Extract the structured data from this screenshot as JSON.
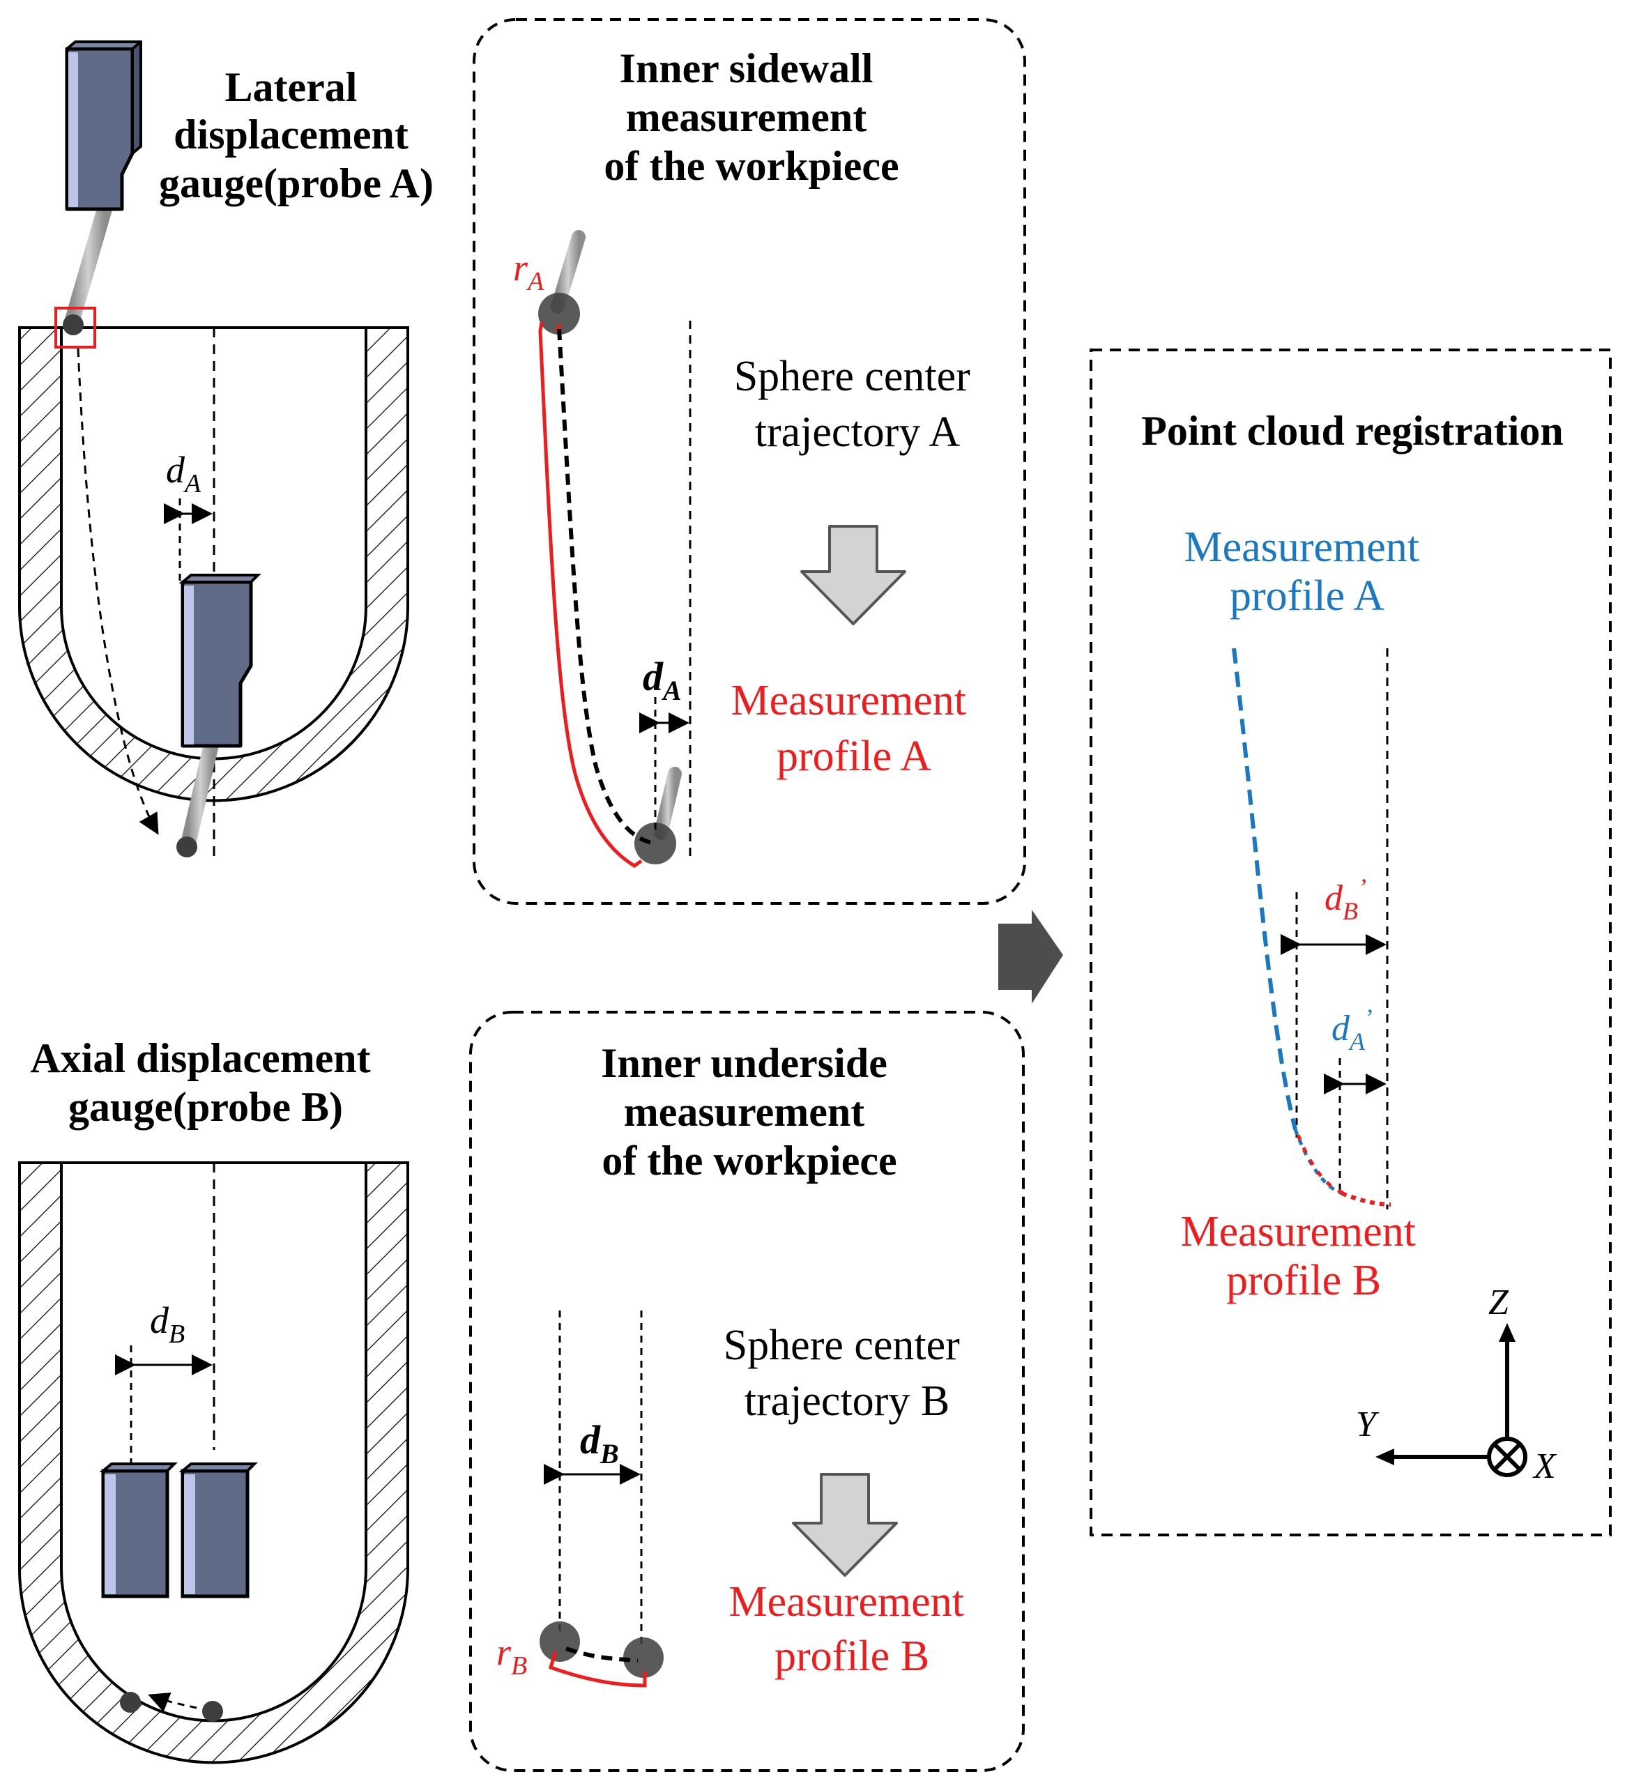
{
  "probe_a": {
    "title_lines": [
      "Lateral",
      "displacement",
      "gauge(probe A)"
    ],
    "d_label": "d",
    "d_sub": "A"
  },
  "probe_b": {
    "title_lines": [
      "Axial displacement",
      "gauge(probe B)"
    ],
    "d_label": "d",
    "d_sub": "B"
  },
  "sidewall_panel": {
    "title_lines": [
      "Inner sidewall",
      "measurement",
      "of the workpiece"
    ],
    "r_label": "r",
    "r_sub": "A",
    "d_label": "d",
    "d_sub": "A",
    "trajectory_lines": [
      "Sphere center",
      "trajectory A"
    ],
    "profile_lines": [
      "Measurement",
      "profile A"
    ]
  },
  "underside_panel": {
    "title_lines": [
      "Inner underside",
      "measurement",
      "of the workpiece"
    ],
    "r_label": "r",
    "r_sub": "B",
    "d_label": "d",
    "d_sub": "B",
    "trajectory_lines": [
      "Sphere center",
      "trajectory B"
    ],
    "profile_lines": [
      "Measurement",
      "profile B"
    ]
  },
  "registration_panel": {
    "title": "Point cloud registration",
    "profile_a_lines": [
      "Measurement",
      "profile A"
    ],
    "profile_b_lines": [
      "Measurement",
      "profile B"
    ],
    "dB_label": "d",
    "dB_sub": "B",
    "dB_prime": "’",
    "dA_label": "d",
    "dA_sub": "A",
    "dA_prime": "’",
    "axis_z": "Z",
    "axis_y": "Y",
    "axis_x": "X"
  },
  "colors": {
    "red": "#ee1c1c",
    "blue": "#1a78c2",
    "probe_fill": "#5f6b87",
    "probe_face": "#bcc6ea",
    "sphere": "#3d3d3d",
    "stylus": "#a9a9a9",
    "arrow_gray": "#d3d3d3",
    "dark_arrow": "#4d4d4d"
  }
}
